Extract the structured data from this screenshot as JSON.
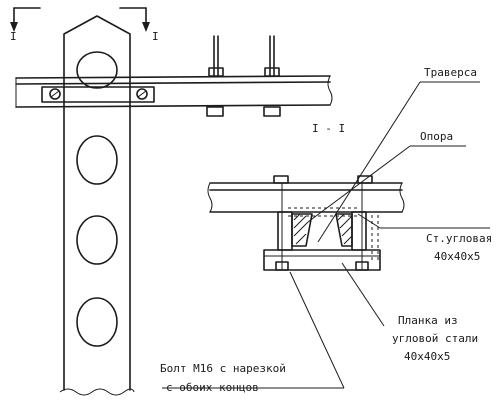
{
  "section_marks": {
    "left": "I",
    "right": "I"
  },
  "section_title": "I - I",
  "labels": {
    "traverse": "Траверса",
    "support": "Опора",
    "angle_steel_title": "Ст.угловая",
    "angle_steel_size": "40x40x5",
    "plate_line1": "Планка из",
    "plate_line2": "угловой стали",
    "plate_line3": "40x40x5",
    "bolt_line1": "Болт М16 с нарезкой",
    "bolt_line2": "с обоих концов"
  }
}
